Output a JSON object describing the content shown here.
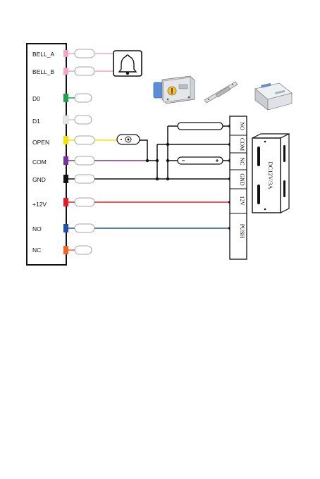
{
  "terminals": [
    {
      "label": "BELL_A",
      "color": "#f4a6c8"
    },
    {
      "label": "BELL_B",
      "color": "#f4a6c8"
    },
    {
      "label": "D0",
      "color": "#1aa34a"
    },
    {
      "label": "D1",
      "color": "#e8e8e8"
    },
    {
      "label": "OPEN",
      "color": "#f2e600"
    },
    {
      "label": "COM",
      "color": "#7b2fa0"
    },
    {
      "label": "GND",
      "color": "#111111"
    },
    {
      "label": "+12V",
      "color": "#e41e26"
    },
    {
      "label": "NO",
      "color": "#1f4fa8"
    },
    {
      "label": "NC",
      "color": "#f26522"
    }
  ],
  "power_supply_terminals": [
    "NO",
    "COM",
    "NC",
    "GND",
    "12V",
    "PUSH"
  ],
  "power_supply_label": "DC12V/3A",
  "icons": {
    "bell": "bell-icon",
    "lock": "electric-lock-icon",
    "strike": "electric-strike-icon",
    "supply": "power-supply-icon",
    "button": "exit-button-icon"
  }
}
